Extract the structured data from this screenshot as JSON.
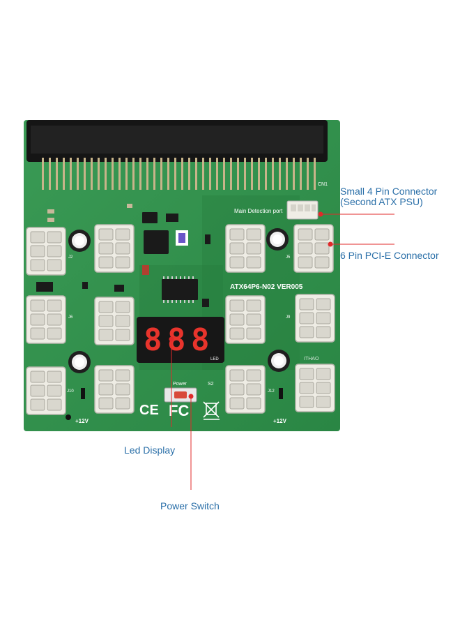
{
  "board": {
    "model_text": "ATX64P6-N02 VER005",
    "detection_port_text": "Main Detection port",
    "header_label": "CN1",
    "led_label": "LED",
    "led_digits": [
      "8",
      "8",
      "8"
    ],
    "power_silk": "Power",
    "switch_silk": "S2",
    "volt_left": "+12V",
    "volt_right": "+12V",
    "ce_mark": "CE",
    "fc_mark": "FC",
    "small_mark": "ITHAO",
    "connector_labels": [
      "J2",
      "J5",
      "J6",
      "J9",
      "J10",
      "J12"
    ]
  },
  "callouts": {
    "small_4pin_line1": "Small 4 Pin Connector",
    "small_4pin_line2": "(Second ATX PSU)",
    "pcie_6pin": "6 Pin PCI-E Connector",
    "led_display": "Led Display",
    "power_switch": "Power Switch"
  },
  "colors": {
    "pcb_green": "#2f8f4a",
    "label_blue": "#2a6fa8",
    "pointer_red": "#e02a2a",
    "led_red": "#e8342c"
  }
}
